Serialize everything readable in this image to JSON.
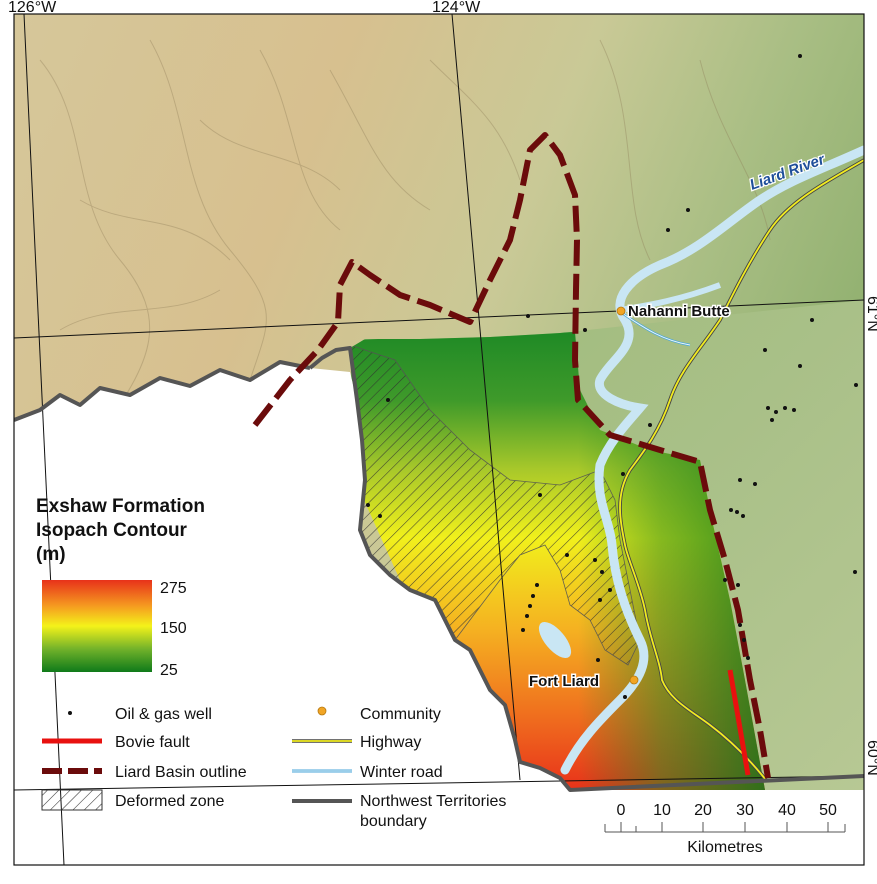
{
  "map": {
    "graticule_labels": {
      "lon_west": "126°W",
      "lon_east": "124°W",
      "lat_north": "61°N",
      "lat_south": "60°N"
    },
    "places": {
      "nahanni_butte": "Nahanni Butte",
      "fort_liard": "Fort Liard"
    },
    "river_label": "Liard River",
    "colors": {
      "isopach_high": "#e8321a",
      "isopach_mid": "#f4f21a",
      "isopach_low": "#0f7a1a",
      "liard_basin_outline": "#6b0b0b",
      "bovie_fault": "#e8110f",
      "community": "#f1a525",
      "highway": "#e8e21a",
      "winter_road": "#4aa6d8",
      "nwt_boundary": "#555555",
      "water": "#c9e6f4"
    }
  },
  "legend": {
    "title_line1": "Exshaw Formation",
    "title_line2": "Isopach Contour",
    "title_line3": "(m)",
    "ramp_max": "275",
    "ramp_mid": "150",
    "ramp_min": "25",
    "items": {
      "oil_gas_well": "Oil & gas well",
      "bovie_fault": "Bovie fault",
      "liard_basin_outline": "Liard Basin outline",
      "deformed_zone": "Deformed zone",
      "community": "Community",
      "highway": "Highway",
      "winter_road": "Winter road",
      "nwt_boundary_line1": "Northwest Territories",
      "nwt_boundary_line2": "boundary"
    }
  },
  "scale_bar": {
    "ticks": [
      "0",
      "10",
      "20",
      "30",
      "40",
      "50"
    ],
    "unit": "Kilometres"
  }
}
